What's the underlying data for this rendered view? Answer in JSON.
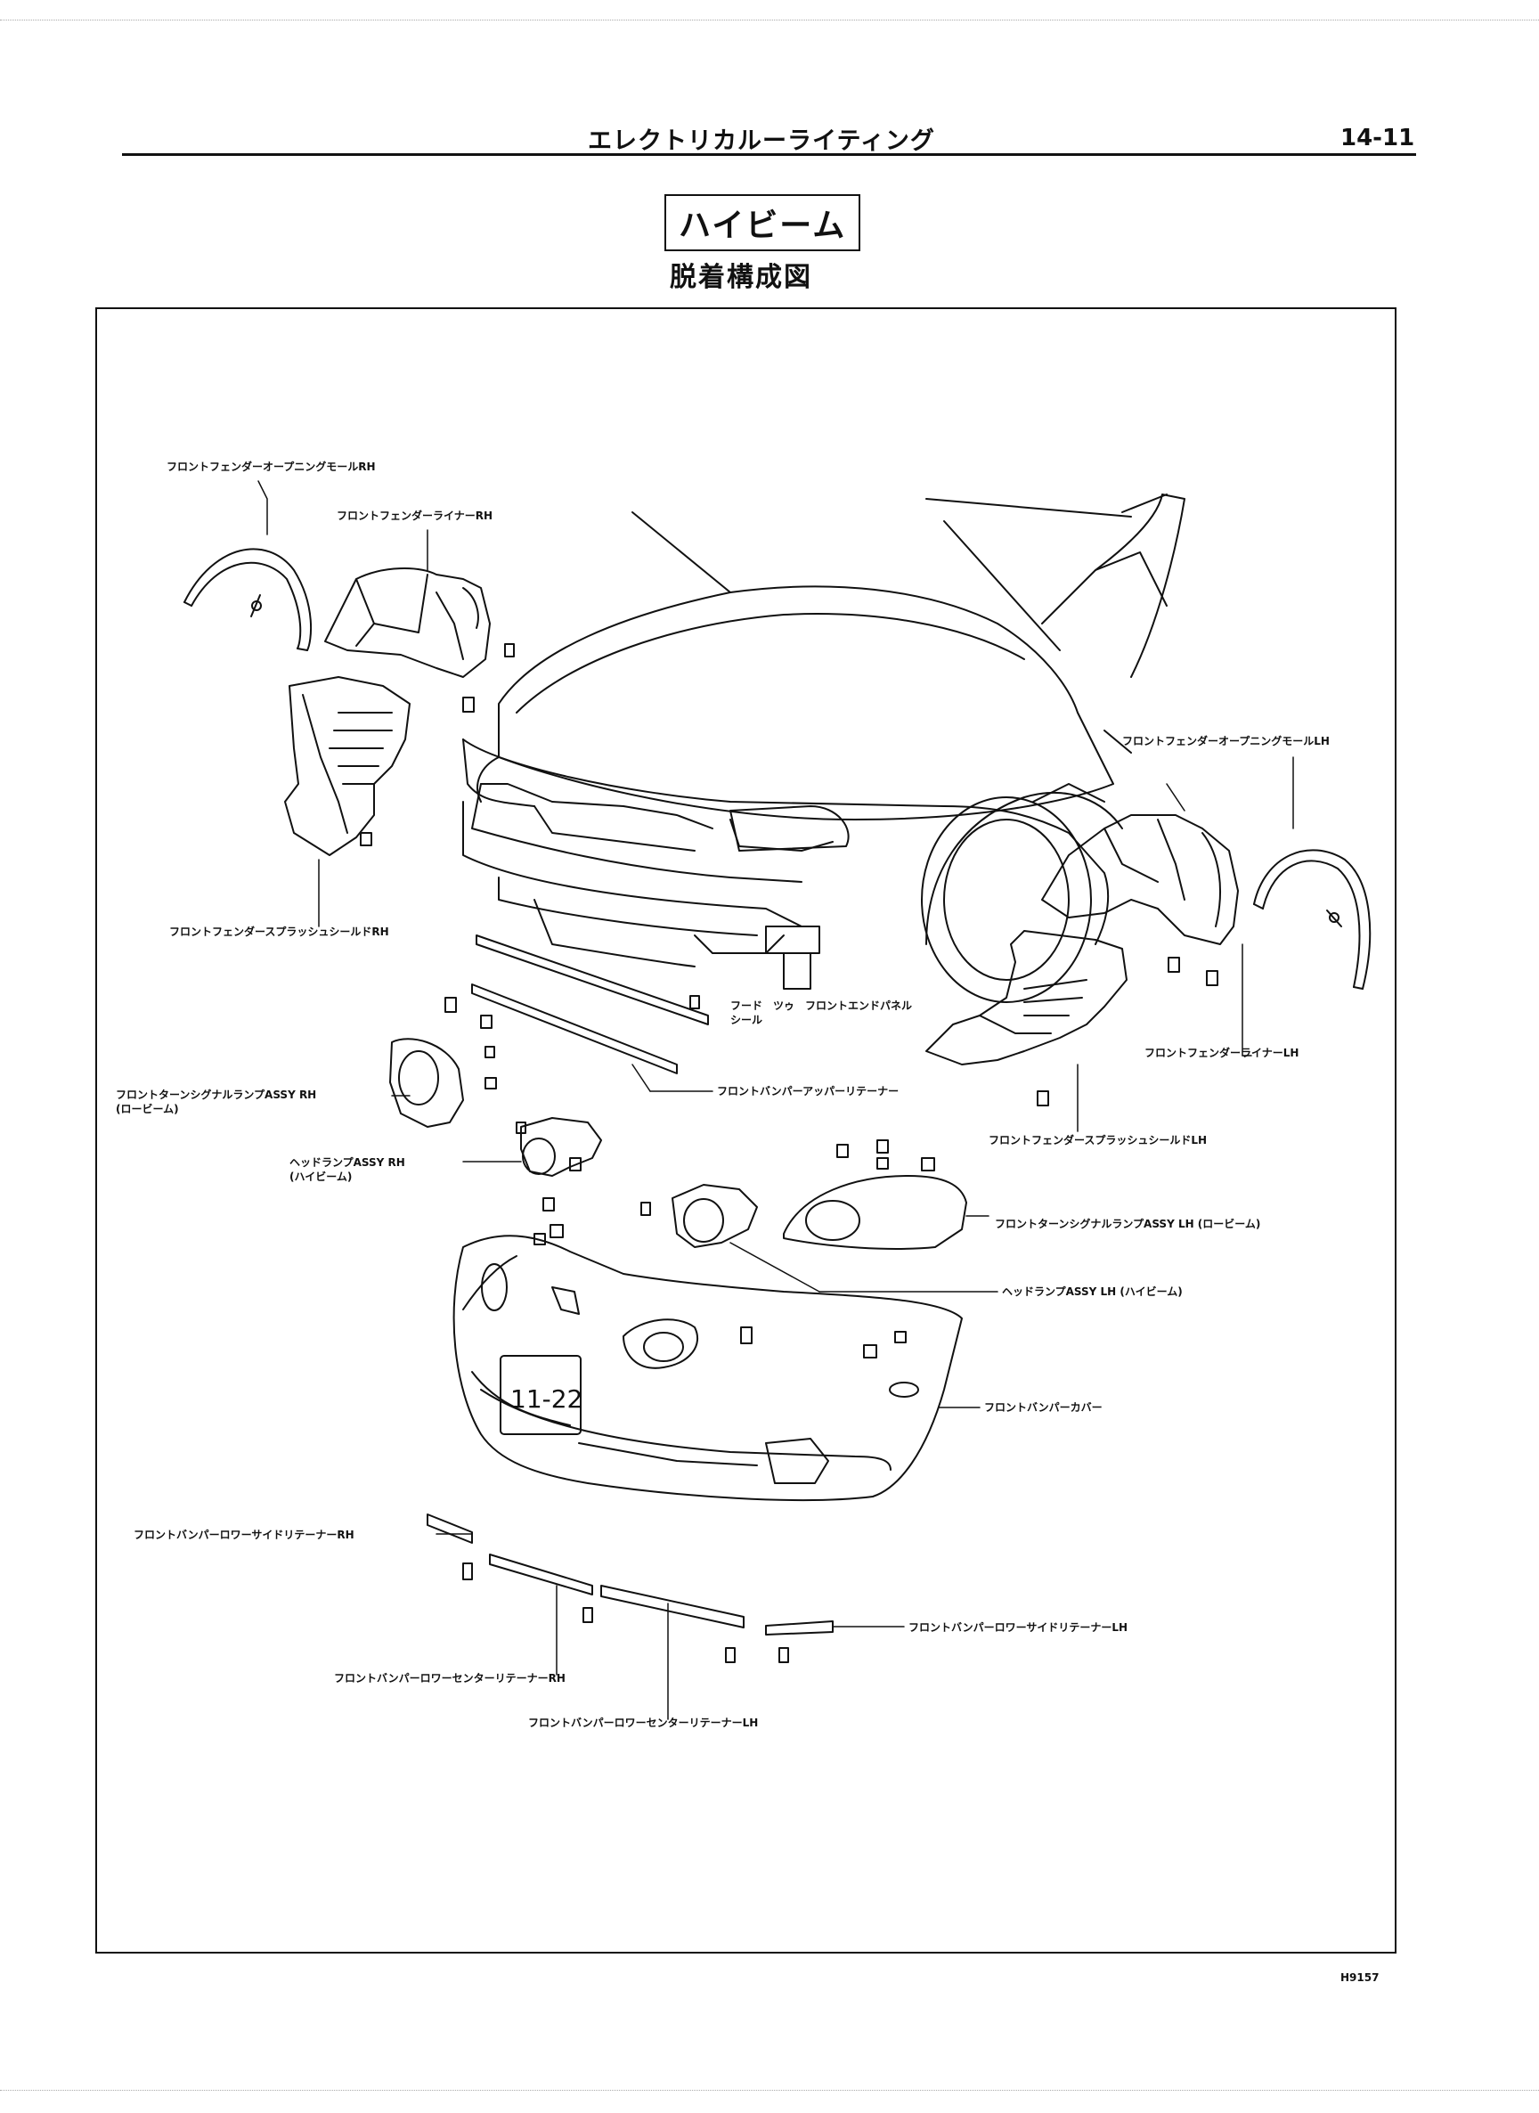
{
  "header": {
    "chapter_title": "エレクトリカルーライティング",
    "page_number": "14-11"
  },
  "section": {
    "title": "ハイビーム",
    "subtitle": "脱着構成図"
  },
  "figure": {
    "code": "H9157",
    "labels": {
      "fender_molding_rh": "フロントフェンダーオープニングモールRH",
      "fender_liner_rh": "フロントフェンダーライナーRH",
      "fender_molding_lh": "フロントフェンダーオープニングモールLH",
      "splash_shield_rh": "フロントフェンダースプラッシュシールドRH",
      "hood_to_front_end_panel_seal_a": "フード　ツゥ　フロントエンドパネル",
      "hood_to_front_end_panel_seal_b": "シール",
      "fender_liner_lh": "フロントフェンダーライナーLH",
      "turn_signal_rh_a": "フロントターンシグナルランプASSY RH",
      "turn_signal_rh_b": "(ロービーム)",
      "bumper_upper_retainer": "フロントバンパーアッパーリテーナー",
      "splash_shield_lh": "フロントフェンダースプラッシュシールドLH",
      "headlamp_rh_a": "ヘッドランプASSY RH",
      "headlamp_rh_b": "(ハイビーム)",
      "turn_signal_lh": "フロントターンシグナルランプASSY LH (ロービーム)",
      "headlamp_lh": "ヘッドランプASSY LH (ハイビーム)",
      "bumper_cover": "フロントバンパーカバー",
      "lower_side_retainer_rh": "フロントバンパーロワーサイドリテーナーRH",
      "lower_side_retainer_lh": "フロントバンパーロワーサイドリテーナーLH",
      "lower_center_retainer_rh": "フロントバンパーロワーセンターリテーナーRH",
      "lower_center_retainer_lh": "フロントバンパーロワーセンターリテーナーLH",
      "license_plate": "11-22"
    }
  }
}
